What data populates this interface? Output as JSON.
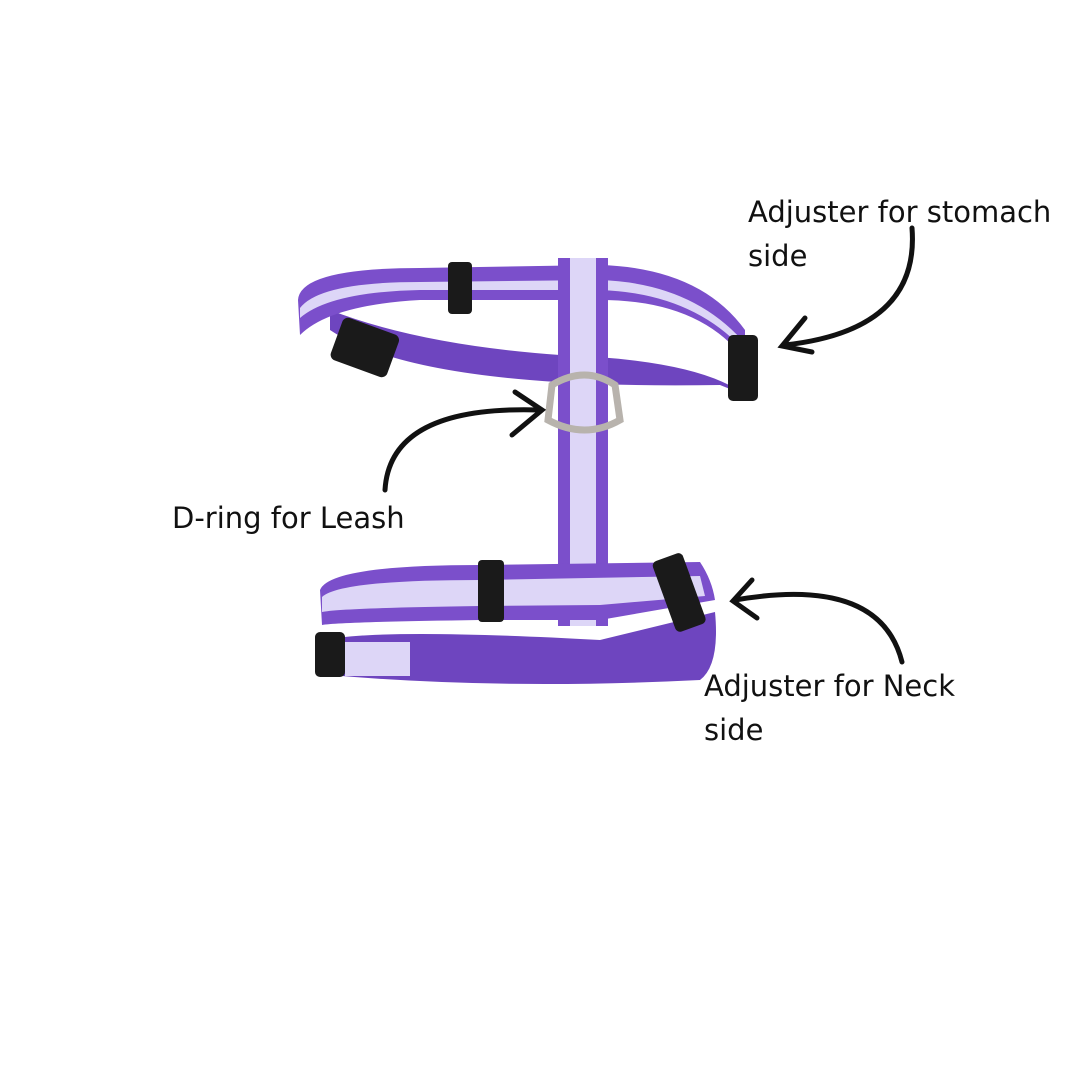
{
  "annotations": {
    "stomach_adjuster": {
      "line1": "Adjuster for stomach",
      "line2": "side"
    },
    "d_ring": {
      "text": "D-ring for Leash"
    },
    "neck_adjuster": {
      "line1": "Adjuster for Neck",
      "line2": "side"
    }
  },
  "colors": {
    "strap": "#7b4fcb",
    "strap_dark": "#5e36a8",
    "stripe": "#ddd6f7",
    "buckle": "#1a1a1a",
    "ring": "#b8b3ad",
    "arrow": "#111111"
  }
}
